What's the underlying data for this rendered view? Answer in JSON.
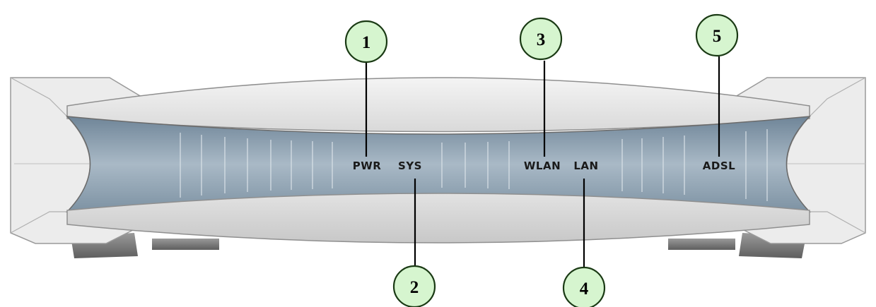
{
  "leds": [
    {
      "id": "pwr",
      "label": "PWR"
    },
    {
      "id": "sys",
      "label": "SYS"
    },
    {
      "id": "wlan",
      "label": "WLAN"
    },
    {
      "id": "lan",
      "label": "LAN"
    },
    {
      "id": "adsl",
      "label": "ADSL"
    }
  ],
  "callouts": [
    {
      "id": "pwr",
      "number": "1"
    },
    {
      "id": "sys",
      "number": "2"
    },
    {
      "id": "wlan",
      "number": "3"
    },
    {
      "id": "lan",
      "number": "4"
    },
    {
      "id": "adsl",
      "number": "5"
    }
  ],
  "colors": {
    "callout_fill": "#d6f5cf",
    "callout_stroke": "#1a3a14",
    "panel": "#8fa3b3",
    "casing": "#e8e8e8",
    "casing_shadow": "#b5b5b5"
  }
}
